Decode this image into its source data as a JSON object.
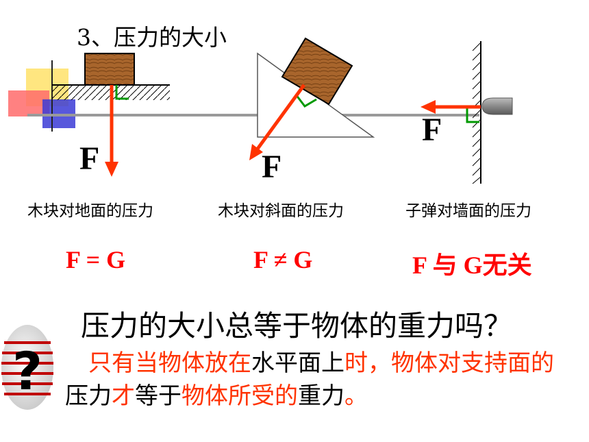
{
  "title": "3、压力的大小",
  "diagrams": [
    {
      "force_label": "F",
      "caption": "木块对地面的压力",
      "relation": "F = G"
    },
    {
      "force_label": "F",
      "caption": "木块对斜面的压力",
      "relation": "F ≠ G"
    },
    {
      "force_label": "F",
      "caption": "子弹对墙面的压力",
      "relation": "F 与 G无关"
    }
  ],
  "question": "压力的大小总等于物体的重力吗？",
  "answer_parts": [
    {
      "text": "　只有当物体放在",
      "style": "r"
    },
    {
      "text": "水平面上",
      "style": "k"
    },
    {
      "text": "时，物体对支持面的",
      "style": "r"
    },
    {
      "text": "压力",
      "style": "k"
    },
    {
      "text": "才",
      "style": "r"
    },
    {
      "text": "等于",
      "style": "k"
    },
    {
      "text": "物体所受的",
      "style": "r"
    },
    {
      "text": "重力",
      "style": "k"
    },
    {
      "text": "。",
      "style": "r"
    }
  ],
  "colors": {
    "arrow": "#ff3300",
    "right_angle": "#009900",
    "wood": "#a0612a",
    "relation": "#ff0000"
  },
  "icons": [
    "question-mark-icon",
    "decorative-squares"
  ]
}
